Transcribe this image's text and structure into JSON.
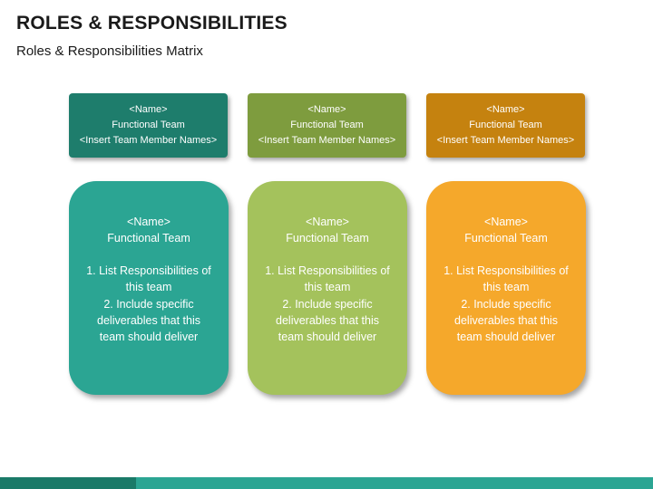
{
  "slide": {
    "title": "ROLES & RESPONSIBILITIES",
    "subtitle": "Roles & Responsibilities Matrix"
  },
  "columns": [
    {
      "header": {
        "line1": "<Name>",
        "line2": "Functional Team",
        "line3": "<Insert Team Member Names>"
      },
      "card": {
        "name": "<Name>",
        "team": "Functional Team",
        "item1": "1. List Responsibilities of this team",
        "item2": "2. Include specific deliverables that this team should deliver"
      },
      "colors": {
        "header_bg": "#1E7D6C",
        "card_bg": "#2BA593"
      }
    },
    {
      "header": {
        "line1": "<Name>",
        "line2": "Functional Team",
        "line3": "<Insert Team Member Names>"
      },
      "card": {
        "name": "<Name>",
        "team": "Functional Team",
        "item1": "1. List Responsibilities of this team",
        "item2": "2. Include specific deliverables that this team should deliver"
      },
      "colors": {
        "header_bg": "#7E9C3E",
        "card_bg": "#A4C25C"
      }
    },
    {
      "header": {
        "line1": "<Name>",
        "line2": "Functional Team",
        "line3": "<Insert Team Member Names>"
      },
      "card": {
        "name": "<Name>",
        "team": "Functional Team",
        "item1": "1. List Responsibilities of this team",
        "item2": "2. Include specific deliverables that this team should deliver"
      },
      "colors": {
        "header_bg": "#C5820F",
        "card_bg": "#F5A82B"
      }
    }
  ],
  "footer": {
    "bar_color": "#2BA593",
    "accent_color": "#1A7A68"
  }
}
